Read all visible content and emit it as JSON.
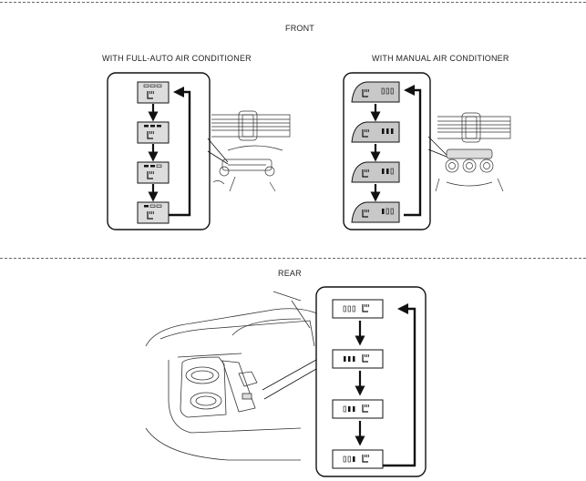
{
  "sections": {
    "front": {
      "heading": "FRONT",
      "full_auto": {
        "label": "WITH FULL-AUTO AIR CONDITIONER"
      },
      "manual": {
        "label": "WITH MANUAL AIR CONDITIONER"
      }
    },
    "rear": {
      "heading": "REAR"
    }
  },
  "colors": {
    "line": "#111111",
    "switch_fill": "#c8c8c8",
    "panel_bg": "#ffffff"
  },
  "icons": [
    "seat-heater-icon",
    "indicator-lights",
    "down-arrow",
    "return-arrow"
  ]
}
